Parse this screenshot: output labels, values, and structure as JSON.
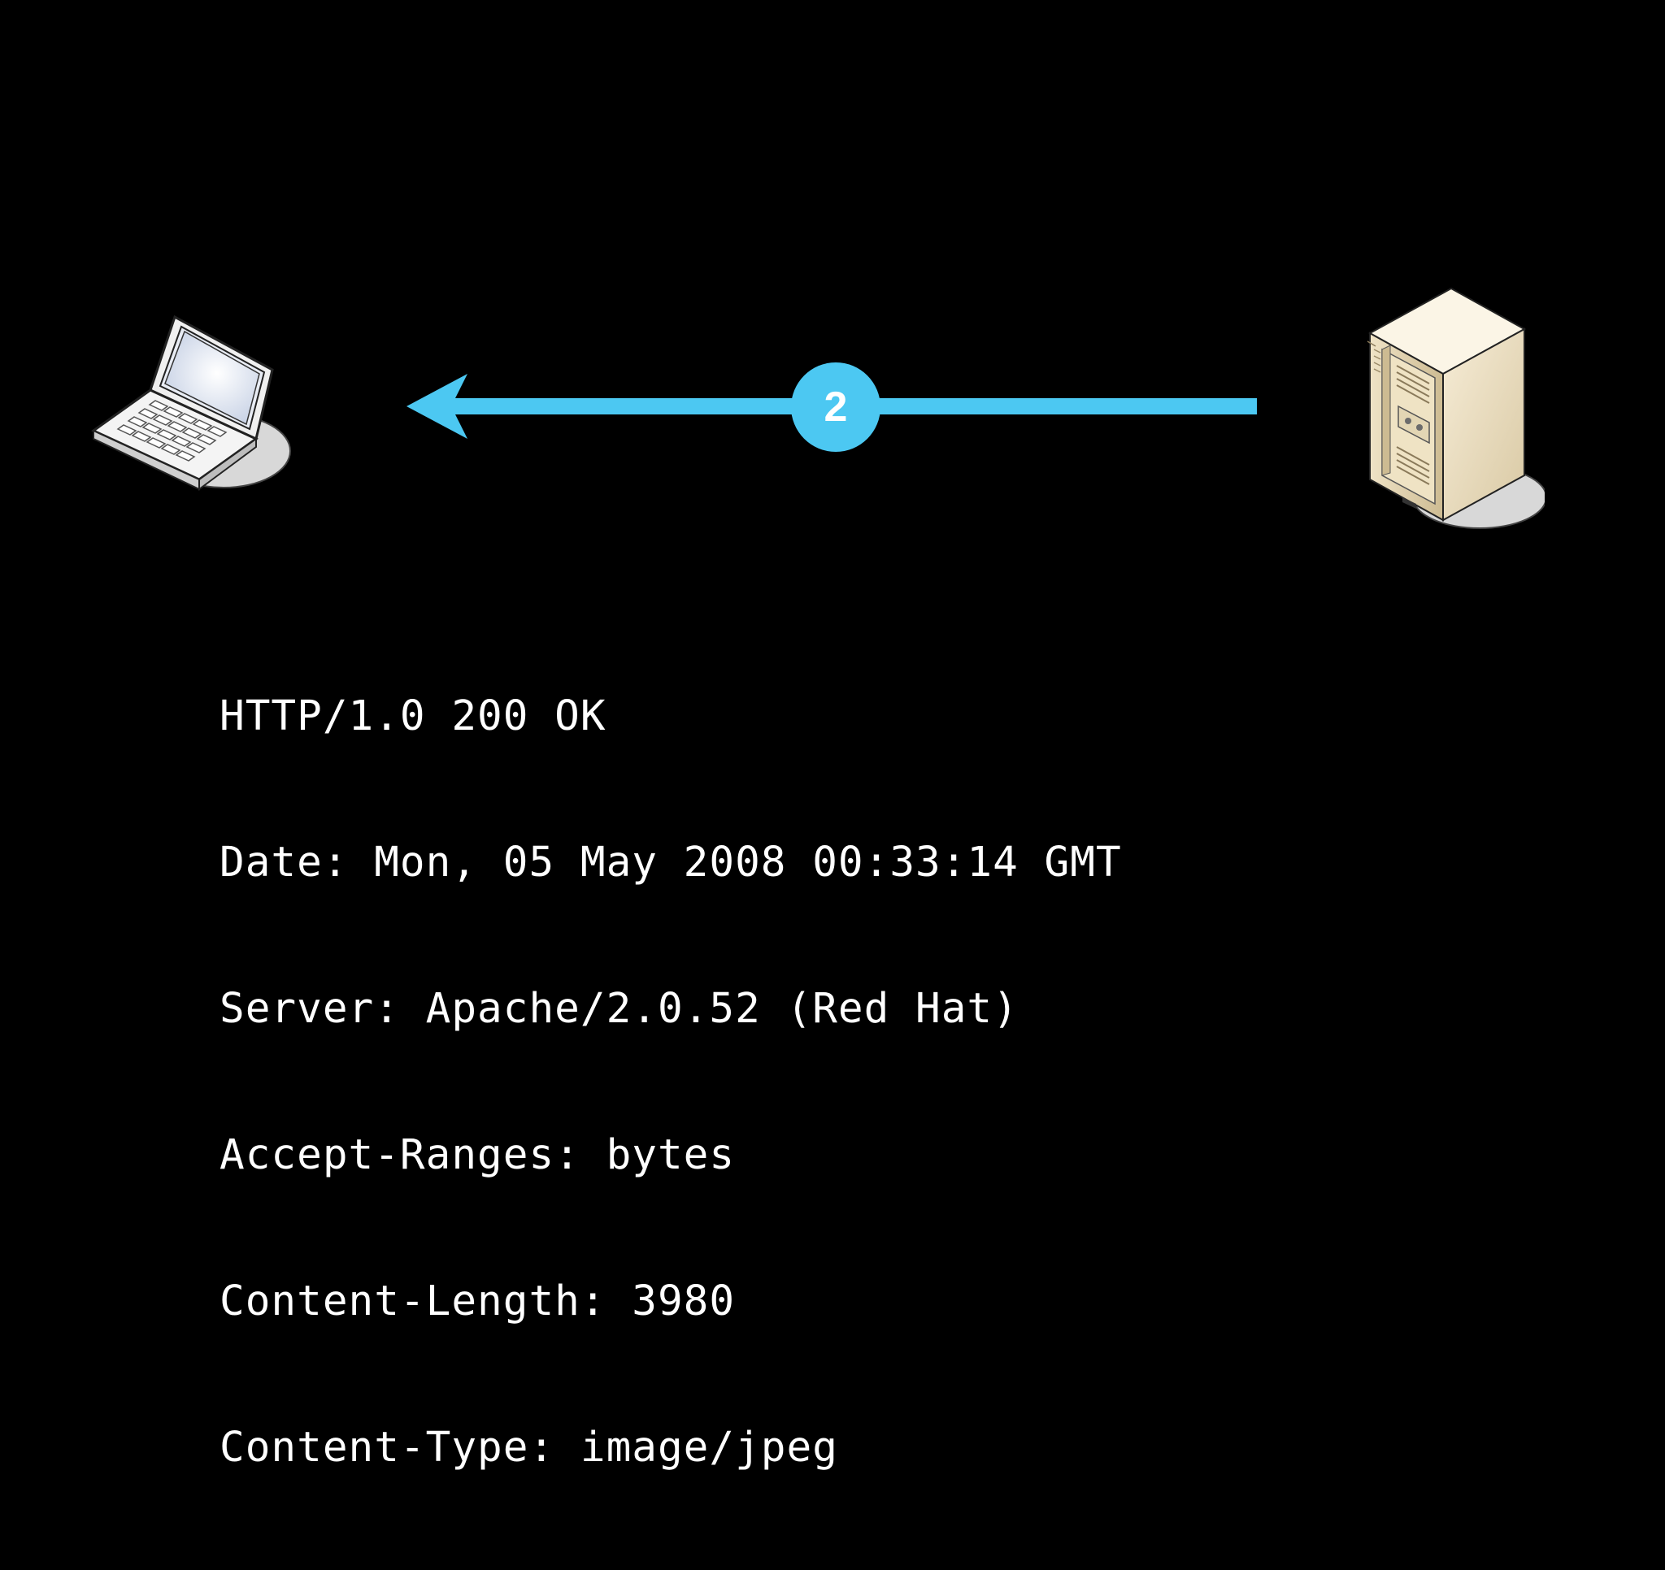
{
  "diagram": {
    "client": {
      "icon": "laptop-icon"
    },
    "server": {
      "icon": "server-tower-icon"
    },
    "arrow": {
      "direction": "server-to-client",
      "color": "#4cc8f2",
      "step_label": "2"
    },
    "response": {
      "lines": [
        "HTTP/1.0 200 OK",
        "Date: Mon, 05 May 2008 00:33:14 GMT",
        "Server: Apache/2.0.52 (Red Hat)",
        "Accept-Ranges: bytes",
        "Content-Length: 3980",
        "Content-Type: image/jpeg"
      ]
    }
  },
  "colors": {
    "background": "#000000",
    "text": "#ffffff",
    "accent": "#4cc8f2"
  }
}
